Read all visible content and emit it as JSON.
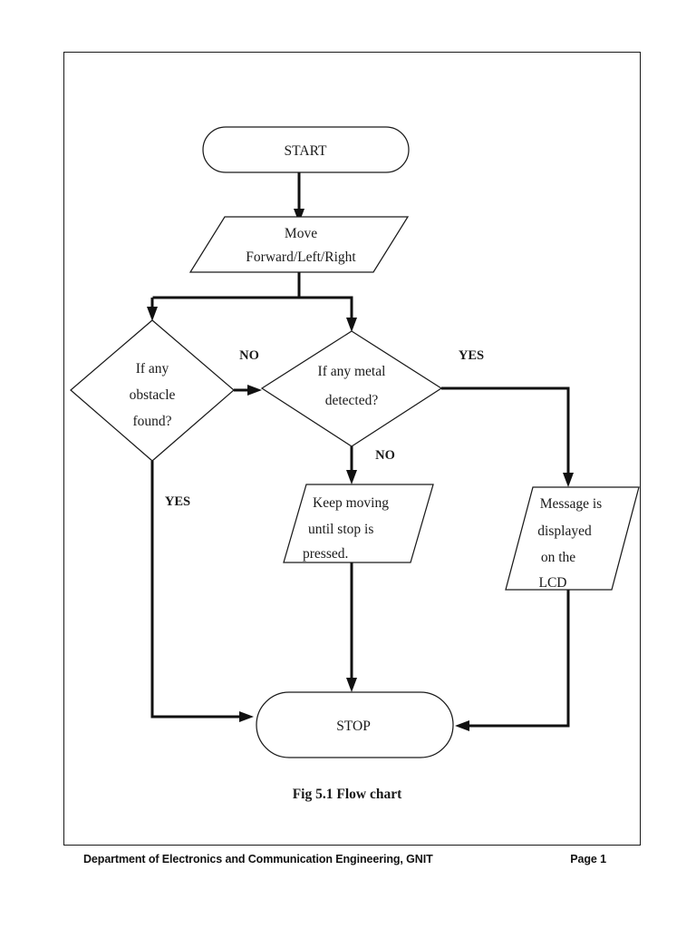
{
  "document": {
    "caption": "Fig 5.1 Flow chart",
    "footer_left": "Department of Electronics and Communication Engineering, GNIT",
    "footer_right": "Page 1"
  },
  "colors": {
    "ink": "#1a1a1a",
    "connector": "#111111",
    "page_background": "#ffffff"
  },
  "chart_data": {
    "type": "diagram",
    "title": "Fig 5.1 Flow chart",
    "nodes": [
      {
        "id": "start",
        "shape": "terminator",
        "lines": [
          "START"
        ]
      },
      {
        "id": "move",
        "shape": "parallelogram",
        "lines": [
          "Move",
          "Forward/Left/Right"
        ]
      },
      {
        "id": "obstacle",
        "shape": "decision",
        "lines": [
          "If any",
          "obstacle",
          "found?"
        ]
      },
      {
        "id": "metal",
        "shape": "decision",
        "lines": [
          "If any metal",
          "detected?"
        ]
      },
      {
        "id": "keep",
        "shape": "parallelogram",
        "lines": [
          "Keep  moving",
          "until   stop   is",
          "pressed."
        ]
      },
      {
        "id": "message",
        "shape": "parallelogram",
        "lines": [
          "Message is",
          "displayed",
          "on the",
          "LCD"
        ]
      },
      {
        "id": "stop",
        "shape": "terminator",
        "lines": [
          "STOP"
        ]
      }
    ],
    "edges": [
      {
        "from": "start",
        "to": "move",
        "label": ""
      },
      {
        "from": "move",
        "to": "obstacle",
        "label": ""
      },
      {
        "from": "move",
        "to": "metal",
        "label": ""
      },
      {
        "from": "obstacle",
        "to": "metal",
        "label": "NO"
      },
      {
        "from": "obstacle",
        "to": "stop",
        "label": "YES"
      },
      {
        "from": "metal",
        "to": "message",
        "label": "YES"
      },
      {
        "from": "metal",
        "to": "keep",
        "label": "NO"
      },
      {
        "from": "keep",
        "to": "stop",
        "label": ""
      },
      {
        "from": "message",
        "to": "stop",
        "label": ""
      }
    ]
  },
  "nodes": {
    "start": {
      "line1": "START"
    },
    "move": {
      "line1": "Move",
      "line2": "Forward/Left/Right"
    },
    "obstacle": {
      "line1": "If any",
      "line2": "obstacle",
      "line3": "found?"
    },
    "metal": {
      "line1": "If any metal",
      "line2": "detected?"
    },
    "keep": {
      "line1": "Keep  moving",
      "line2": "until   stop   is",
      "line3": "pressed."
    },
    "message": {
      "line1": "Message is",
      "line2": "displayed",
      "line3": "on the",
      "line4": "LCD"
    },
    "stop": {
      "line1": "STOP"
    }
  },
  "labels": {
    "no_obstacle_to_metal": "NO",
    "yes_obstacle": "YES",
    "yes_metal": "YES",
    "no_metal": "NO"
  }
}
